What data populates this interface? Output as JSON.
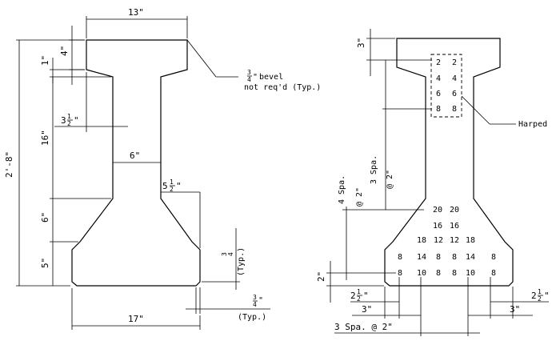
{
  "left_section": {
    "top_width": "13\"",
    "bottom_width": "17\"",
    "web_width": "6\"",
    "overall_height": "2'-8\"",
    "top_flange_depth": "4\"",
    "top_chamfer": "1\"",
    "top_haunch": "3",
    "web_height": "16\"",
    "bottom_haunch_height": "6\"",
    "bottom_flange_depth": "5\"",
    "bottom_haunch_width": "5",
    "bevel_note_line1": "bevel",
    "bevel_note_line2": "not req'd (Typ.)",
    "chamfer_typ_vertical": "(Typ.)",
    "chamfer_typ_horizontal": "(Typ.)",
    "frac_half": "1",
    "frac_half_den": "2",
    "frac_3": "3",
    "frac_4": "4"
  },
  "right_section": {
    "top_dim": "3\"",
    "harped_label": "Harped",
    "harped_numbers": [
      [
        "2",
        "2"
      ],
      [
        "4",
        "4"
      ],
      [
        "6",
        "6"
      ],
      [
        "8",
        "8"
      ]
    ],
    "spacing_4_line1": "4 Spa.",
    "spacing_4_line2": "@ 2\"",
    "spacing_3_line1": "3 Spa.",
    "spacing_3_line2": "@ 2\"",
    "row_20": [
      "20",
      "20"
    ],
    "row_16": [
      "16",
      "16"
    ],
    "row_18": [
      "18",
      "12",
      "12",
      "18"
    ],
    "row_14": [
      "8",
      "14",
      "8",
      "8",
      "14",
      "8"
    ],
    "row_10": [
      "8",
      "10",
      "8",
      "8",
      "10",
      "8"
    ],
    "bottom_cover": "2\"",
    "edge_left": "2",
    "edge_right": "2",
    "spacing_left": "3\"",
    "spacing_right": "3\"",
    "bottom_spacing": "3 Spa. @ 2\""
  }
}
